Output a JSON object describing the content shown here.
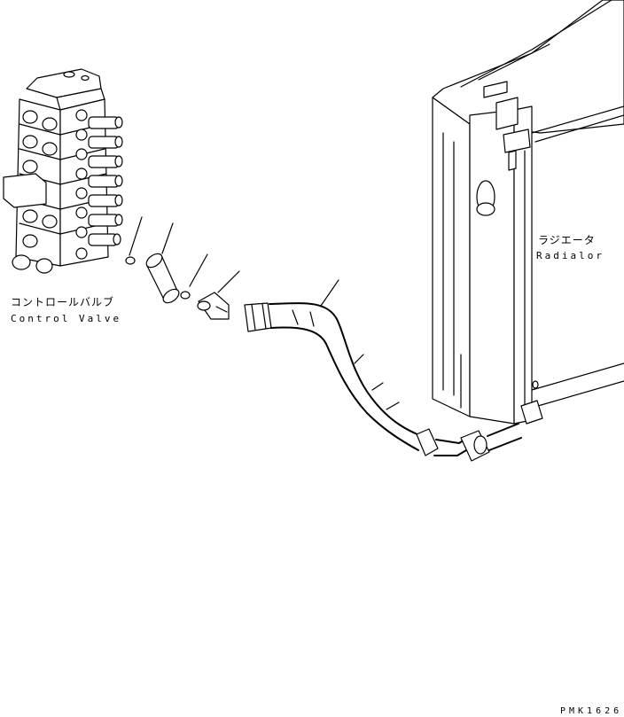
{
  "labels": {
    "control_valve_jp": "コントロールバルブ",
    "control_valve_en": "Control Valve",
    "radiator_jp": "ラジエータ",
    "radiator_en": "Radialor",
    "drawing_code": "PMK1626"
  },
  "colors": {
    "line": "#000000",
    "background": "#ffffff"
  }
}
